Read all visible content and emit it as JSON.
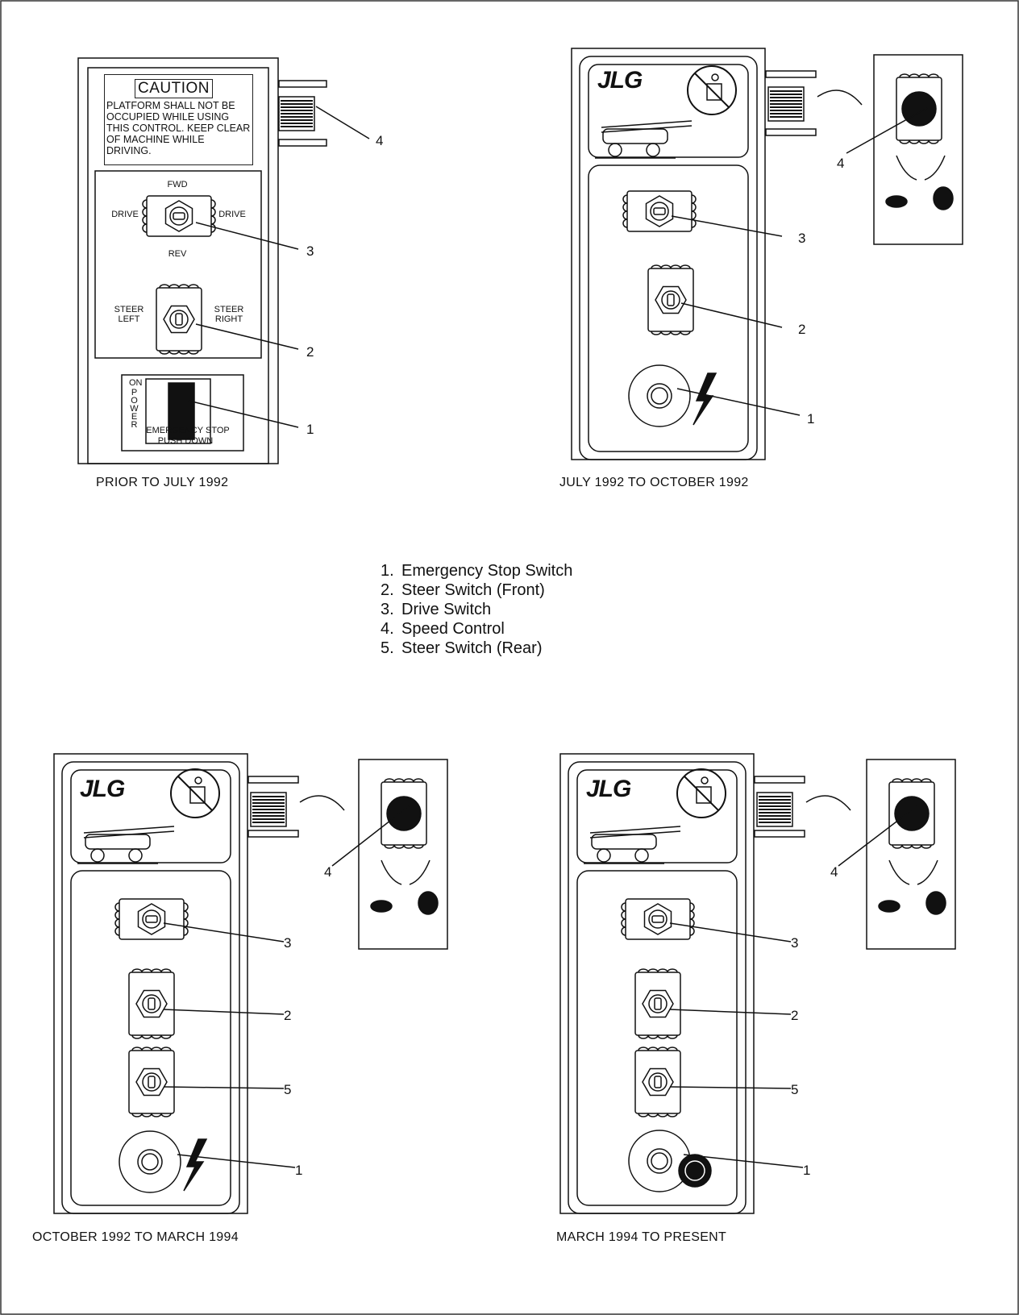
{
  "panels": [
    {
      "caption": "PRIOR TO JULY 1992",
      "caution": {
        "title": "CAUTION",
        "text": "PLATFORM SHALL NOT BE OCCUPIED WHILE USING THIS CONTROL. KEEP CLEAR OF MACHINE WHILE DRIVING."
      },
      "drive_labels": {
        "top": "FWD",
        "bottom": "REV",
        "left": "DRIVE",
        "right": "DRIVE"
      },
      "steer_labels": {
        "left": "STEER LEFT",
        "right": "STEER RIGHT"
      },
      "power_labels": {
        "on": "ON",
        "power": "POWER",
        "emergency": "EMERGENCY STOP",
        "push": "PUSH DOWN"
      },
      "callouts": [
        "4",
        "3",
        "2",
        "1"
      ]
    },
    {
      "caption": "JULY 1992 TO OCTOBER 1992",
      "logo": "JLG",
      "callouts": [
        "4",
        "3",
        "2",
        "1"
      ]
    },
    {
      "caption": "OCTOBER 1992 TO MARCH 1994",
      "logo": "JLG",
      "callouts": [
        "4",
        "3",
        "2",
        "5",
        "1"
      ]
    },
    {
      "caption": "MARCH 1994 TO PRESENT",
      "logo": "JLG",
      "callouts": [
        "4",
        "3",
        "2",
        "5",
        "1"
      ]
    }
  ],
  "legend": [
    {
      "num": "1.",
      "label": "Emergency Stop Switch"
    },
    {
      "num": "2.",
      "label": "Steer Switch (Front)"
    },
    {
      "num": "3.",
      "label": "Drive Switch"
    },
    {
      "num": "4.",
      "label": "Speed Control"
    },
    {
      "num": "5.",
      "label": "Steer Switch (Rear)"
    }
  ]
}
